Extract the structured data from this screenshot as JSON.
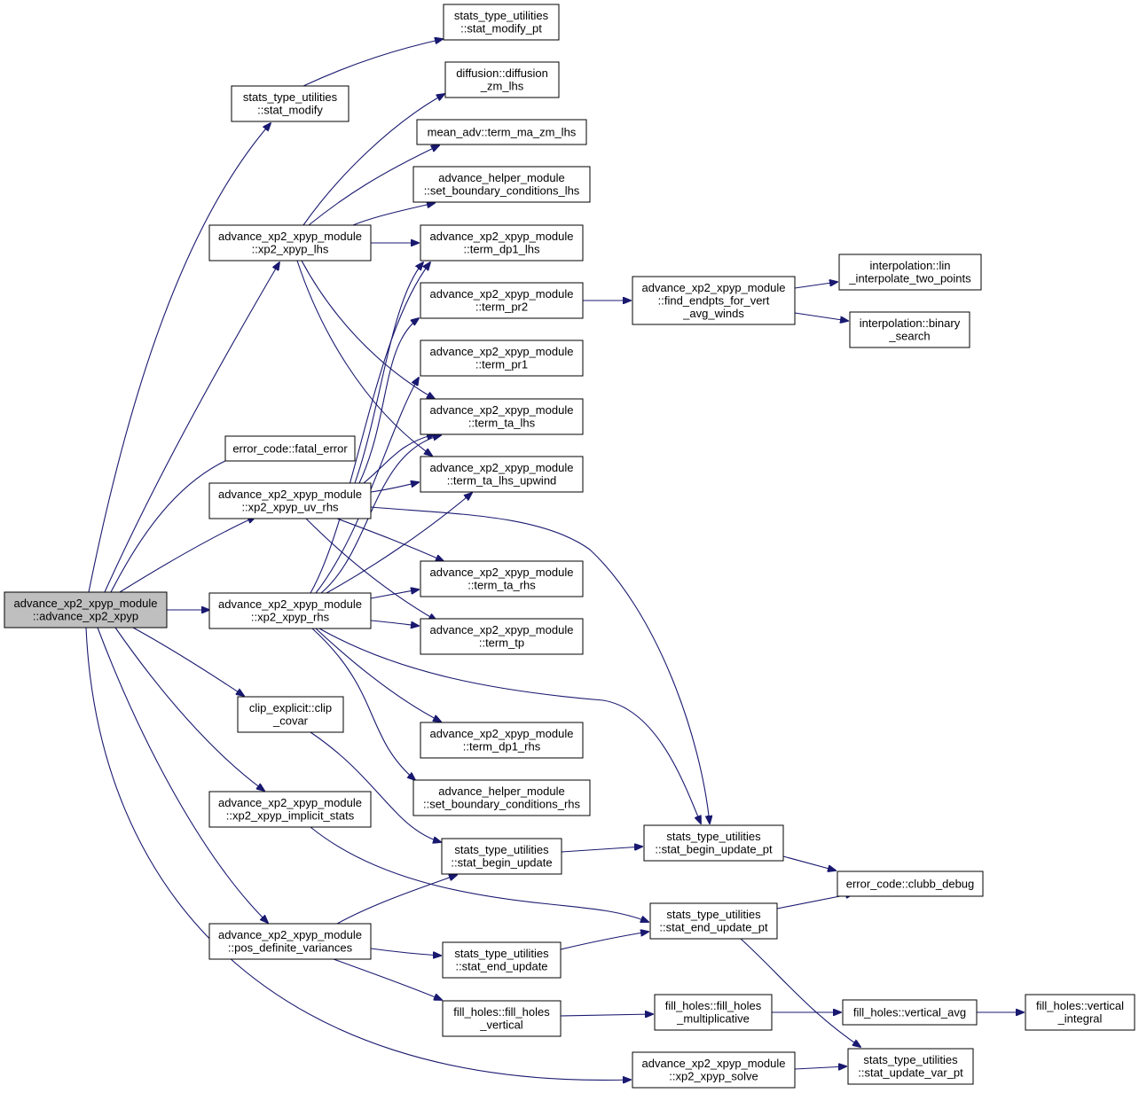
{
  "graph": {
    "edge_color": "#191970",
    "root_fill": "#bfbfbf",
    "nodes": [
      {
        "id": "advance_xp2_xpyp",
        "lines": [
          "advance_xp2_xpyp_module",
          "::advance_xp2_xpyp"
        ],
        "root": true
      },
      {
        "id": "stat_modify_pt",
        "lines": [
          "stats_type_utilities",
          "::stat_modify_pt"
        ]
      },
      {
        "id": "stat_modify",
        "lines": [
          "stats_type_utilities",
          "::stat_modify"
        ]
      },
      {
        "id": "diffusion_zm_lhs",
        "lines": [
          "diffusion::diffusion",
          "_zm_lhs"
        ]
      },
      {
        "id": "term_ma_zm_lhs",
        "lines": [
          "mean_adv::term_ma_zm_lhs"
        ]
      },
      {
        "id": "set_bc_lhs",
        "lines": [
          "advance_helper_module",
          "::set_boundary_conditions_lhs"
        ]
      },
      {
        "id": "xp2_xpyp_lhs",
        "lines": [
          "advance_xp2_xpyp_module",
          "::xp2_xpyp_lhs"
        ]
      },
      {
        "id": "term_dp1_lhs",
        "lines": [
          "advance_xp2_xpyp_module",
          "::term_dp1_lhs"
        ]
      },
      {
        "id": "term_pr2",
        "lines": [
          "advance_xp2_xpyp_module",
          "::term_pr2"
        ]
      },
      {
        "id": "find_endpts",
        "lines": [
          "advance_xp2_xpyp_module",
          "::find_endpts_for_vert",
          "_avg_winds"
        ]
      },
      {
        "id": "lin_interp",
        "lines": [
          "interpolation::lin",
          "_interpolate_two_points"
        ]
      },
      {
        "id": "binary_search",
        "lines": [
          "interpolation::binary",
          "_search"
        ]
      },
      {
        "id": "term_pr1",
        "lines": [
          "advance_xp2_xpyp_module",
          "::term_pr1"
        ]
      },
      {
        "id": "term_ta_lhs",
        "lines": [
          "advance_xp2_xpyp_module",
          "::term_ta_lhs"
        ]
      },
      {
        "id": "fatal_error",
        "lines": [
          "error_code::fatal_error"
        ]
      },
      {
        "id": "term_ta_lhs_upwind",
        "lines": [
          "advance_xp2_xpyp_module",
          "::term_ta_lhs_upwind"
        ]
      },
      {
        "id": "xp2_xpyp_uv_rhs",
        "lines": [
          "advance_xp2_xpyp_module",
          "::xp2_xpyp_uv_rhs"
        ]
      },
      {
        "id": "term_ta_rhs",
        "lines": [
          "advance_xp2_xpyp_module",
          "::term_ta_rhs"
        ]
      },
      {
        "id": "xp2_xpyp_rhs",
        "lines": [
          "advance_xp2_xpyp_module",
          "::xp2_xpyp_rhs"
        ]
      },
      {
        "id": "term_tp",
        "lines": [
          "advance_xp2_xpyp_module",
          "::term_tp"
        ]
      },
      {
        "id": "clip_covar",
        "lines": [
          "clip_explicit::clip",
          "_covar"
        ]
      },
      {
        "id": "term_dp1_rhs",
        "lines": [
          "advance_xp2_xpyp_module",
          "::term_dp1_rhs"
        ]
      },
      {
        "id": "set_bc_rhs",
        "lines": [
          "advance_helper_module",
          "::set_boundary_conditions_rhs"
        ]
      },
      {
        "id": "implicit_stats",
        "lines": [
          "advance_xp2_xpyp_module",
          "::xp2_xpyp_implicit_stats"
        ]
      },
      {
        "id": "stat_begin_update",
        "lines": [
          "stats_type_utilities",
          "::stat_begin_update"
        ]
      },
      {
        "id": "stat_begin_update_pt",
        "lines": [
          "stats_type_utilities",
          "::stat_begin_update_pt"
        ]
      },
      {
        "id": "clubb_debug",
        "lines": [
          "error_code::clubb_debug"
        ]
      },
      {
        "id": "stat_end_update_pt",
        "lines": [
          "stats_type_utilities",
          "::stat_end_update_pt"
        ]
      },
      {
        "id": "pos_def_var",
        "lines": [
          "advance_xp2_xpyp_module",
          "::pos_definite_variances"
        ]
      },
      {
        "id": "stat_end_update",
        "lines": [
          "stats_type_utilities",
          "::stat_end_update"
        ]
      },
      {
        "id": "fill_holes_vertical",
        "lines": [
          "fill_holes::fill_holes",
          "_vertical"
        ]
      },
      {
        "id": "fill_holes_mult",
        "lines": [
          "fill_holes::fill_holes",
          "_multiplicative"
        ]
      },
      {
        "id": "vertical_avg",
        "lines": [
          "fill_holes::vertical_avg"
        ]
      },
      {
        "id": "vertical_integral",
        "lines": [
          "fill_holes::vertical",
          "_integral"
        ]
      },
      {
        "id": "xp2_xpyp_solve",
        "lines": [
          "advance_xp2_xpyp_module",
          "::xp2_xpyp_solve"
        ]
      },
      {
        "id": "stat_update_var_pt",
        "lines": [
          "stats_type_utilities",
          "::stat_update_var_pt"
        ]
      }
    ],
    "edges": [
      {
        "from": "advance_xp2_xpyp",
        "to": "stat_modify"
      },
      {
        "from": "advance_xp2_xpyp",
        "to": "xp2_xpyp_lhs"
      },
      {
        "from": "advance_xp2_xpyp",
        "to": "fatal_error"
      },
      {
        "from": "advance_xp2_xpyp",
        "to": "xp2_xpyp_uv_rhs"
      },
      {
        "from": "advance_xp2_xpyp",
        "to": "xp2_xpyp_rhs"
      },
      {
        "from": "advance_xp2_xpyp",
        "to": "clip_covar"
      },
      {
        "from": "advance_xp2_xpyp",
        "to": "implicit_stats"
      },
      {
        "from": "advance_xp2_xpyp",
        "to": "pos_def_var"
      },
      {
        "from": "advance_xp2_xpyp",
        "to": "xp2_xpyp_solve"
      },
      {
        "from": "stat_modify",
        "to": "stat_modify_pt"
      },
      {
        "from": "xp2_xpyp_lhs",
        "to": "diffusion_zm_lhs"
      },
      {
        "from": "xp2_xpyp_lhs",
        "to": "term_ma_zm_lhs"
      },
      {
        "from": "xp2_xpyp_lhs",
        "to": "set_bc_lhs"
      },
      {
        "from": "xp2_xpyp_lhs",
        "to": "term_dp1_lhs"
      },
      {
        "from": "xp2_xpyp_lhs",
        "to": "term_ta_lhs"
      },
      {
        "from": "xp2_xpyp_lhs",
        "to": "term_ta_lhs_upwind"
      },
      {
        "from": "term_pr2",
        "to": "find_endpts"
      },
      {
        "from": "find_endpts",
        "to": "lin_interp"
      },
      {
        "from": "find_endpts",
        "to": "binary_search"
      },
      {
        "from": "xp2_xpyp_uv_rhs",
        "to": "term_dp1_lhs"
      },
      {
        "from": "xp2_xpyp_uv_rhs",
        "to": "term_pr2"
      },
      {
        "from": "xp2_xpyp_uv_rhs",
        "to": "term_ta_lhs"
      },
      {
        "from": "xp2_xpyp_uv_rhs",
        "to": "term_ta_lhs_upwind"
      },
      {
        "from": "xp2_xpyp_uv_rhs",
        "to": "term_ta_rhs"
      },
      {
        "from": "xp2_xpyp_uv_rhs",
        "to": "term_tp"
      },
      {
        "from": "xp2_xpyp_uv_rhs",
        "to": "stat_begin_update_pt"
      },
      {
        "from": "xp2_xpyp_rhs",
        "to": "term_dp1_lhs"
      },
      {
        "from": "xp2_xpyp_rhs",
        "to": "term_pr1"
      },
      {
        "from": "xp2_xpyp_rhs",
        "to": "term_ta_lhs"
      },
      {
        "from": "xp2_xpyp_rhs",
        "to": "term_ta_lhs_upwind"
      },
      {
        "from": "xp2_xpyp_rhs",
        "to": "term_ta_rhs"
      },
      {
        "from": "xp2_xpyp_rhs",
        "to": "term_tp"
      },
      {
        "from": "xp2_xpyp_rhs",
        "to": "term_dp1_rhs"
      },
      {
        "from": "xp2_xpyp_rhs",
        "to": "set_bc_rhs"
      },
      {
        "from": "xp2_xpyp_rhs",
        "to": "stat_begin_update_pt"
      },
      {
        "from": "clip_covar",
        "to": "stat_begin_update"
      },
      {
        "from": "implicit_stats",
        "to": "stat_end_update_pt"
      },
      {
        "from": "stat_begin_update",
        "to": "stat_begin_update_pt"
      },
      {
        "from": "stat_begin_update_pt",
        "to": "clubb_debug"
      },
      {
        "from": "stat_end_update_pt",
        "to": "clubb_debug"
      },
      {
        "from": "stat_end_update_pt",
        "to": "stat_update_var_pt"
      },
      {
        "from": "pos_def_var",
        "to": "stat_begin_update"
      },
      {
        "from": "pos_def_var",
        "to": "stat_end_update"
      },
      {
        "from": "pos_def_var",
        "to": "fill_holes_vertical"
      },
      {
        "from": "stat_end_update",
        "to": "stat_end_update_pt"
      },
      {
        "from": "fill_holes_vertical",
        "to": "fill_holes_mult"
      },
      {
        "from": "fill_holes_mult",
        "to": "vertical_avg"
      },
      {
        "from": "vertical_avg",
        "to": "vertical_integral"
      },
      {
        "from": "xp2_xpyp_solve",
        "to": "stat_update_var_pt"
      }
    ]
  }
}
